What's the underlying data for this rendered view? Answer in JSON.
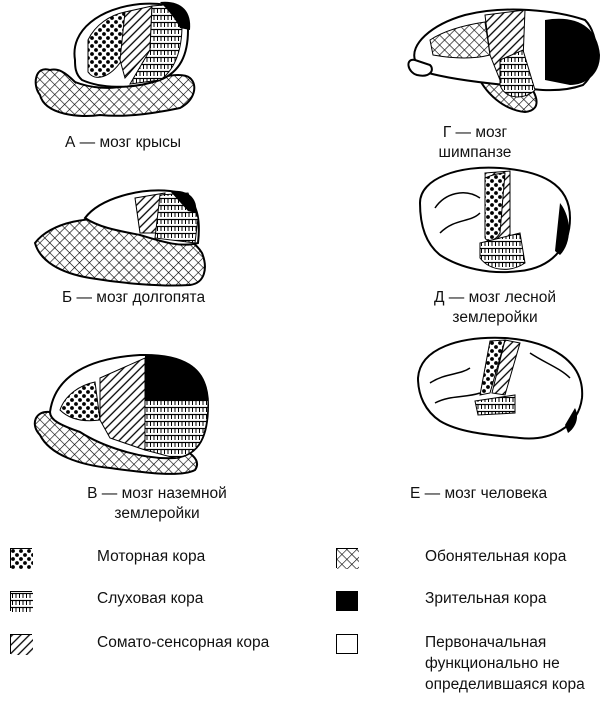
{
  "brains": [
    {
      "caption": "А — мозг крысы"
    },
    {
      "caption": "Б — мозг долгопята"
    },
    {
      "caption": "В — мозг наземной землеройки"
    },
    {
      "caption": "Г — мозг шимпанзе"
    },
    {
      "caption": "Д — мозг лесной землеройки"
    },
    {
      "caption": "Е — мозг человека"
    }
  ],
  "legend": [
    {
      "pattern": "motor",
      "label": "Моторная кора"
    },
    {
      "pattern": "auditory",
      "label": "Слуховая кора"
    },
    {
      "pattern": "somato",
      "label": "Сомато-сенсорная кора"
    },
    {
      "pattern": "olfactory",
      "label": "Обонятельная кора"
    },
    {
      "pattern": "visual",
      "label": "Зрительная кора"
    },
    {
      "pattern": "undefined",
      "label": "Первоначальная функционально не определившаяся кора"
    }
  ]
}
